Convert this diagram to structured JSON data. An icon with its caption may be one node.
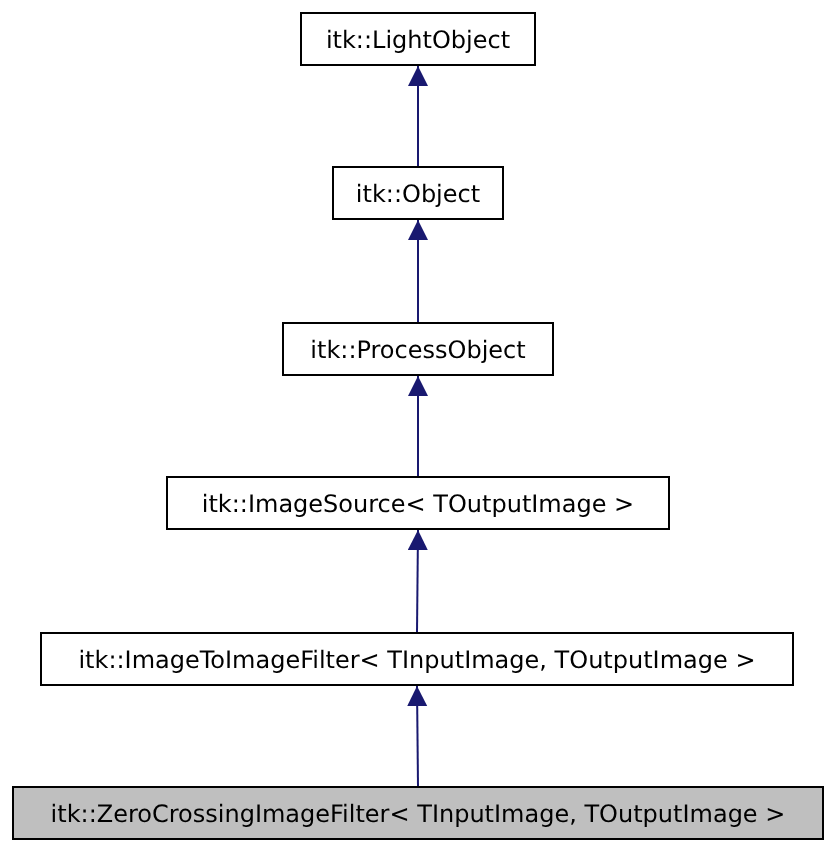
{
  "diagram": {
    "nodes": [
      {
        "text": [
          "itk::LightObject"
        ]
      },
      {
        "text": [
          "itk::Object"
        ]
      },
      {
        "text": [
          "itk::ProcessObject"
        ]
      },
      {
        "text": [
          "itk::ImageSource< TOutputImage >"
        ]
      },
      {
        "text": [
          "itk::ImageToImageFilter< TInputImage, TOutputImage >"
        ]
      },
      {
        "text": [
          "itk::ZeroCrossingImageFilter< TInputImage, TOutputImage >"
        ]
      }
    ],
    "edges": [
      {
        "from": 1,
        "to": 0,
        "arrow": "to"
      },
      {
        "from": 2,
        "to": 1,
        "arrow": "to"
      },
      {
        "from": 3,
        "to": 2,
        "arrow": "to"
      },
      {
        "from": 4,
        "to": 3,
        "arrow": "to"
      },
      {
        "from": 5,
        "to": 4,
        "arrow": "to"
      }
    ]
  }
}
